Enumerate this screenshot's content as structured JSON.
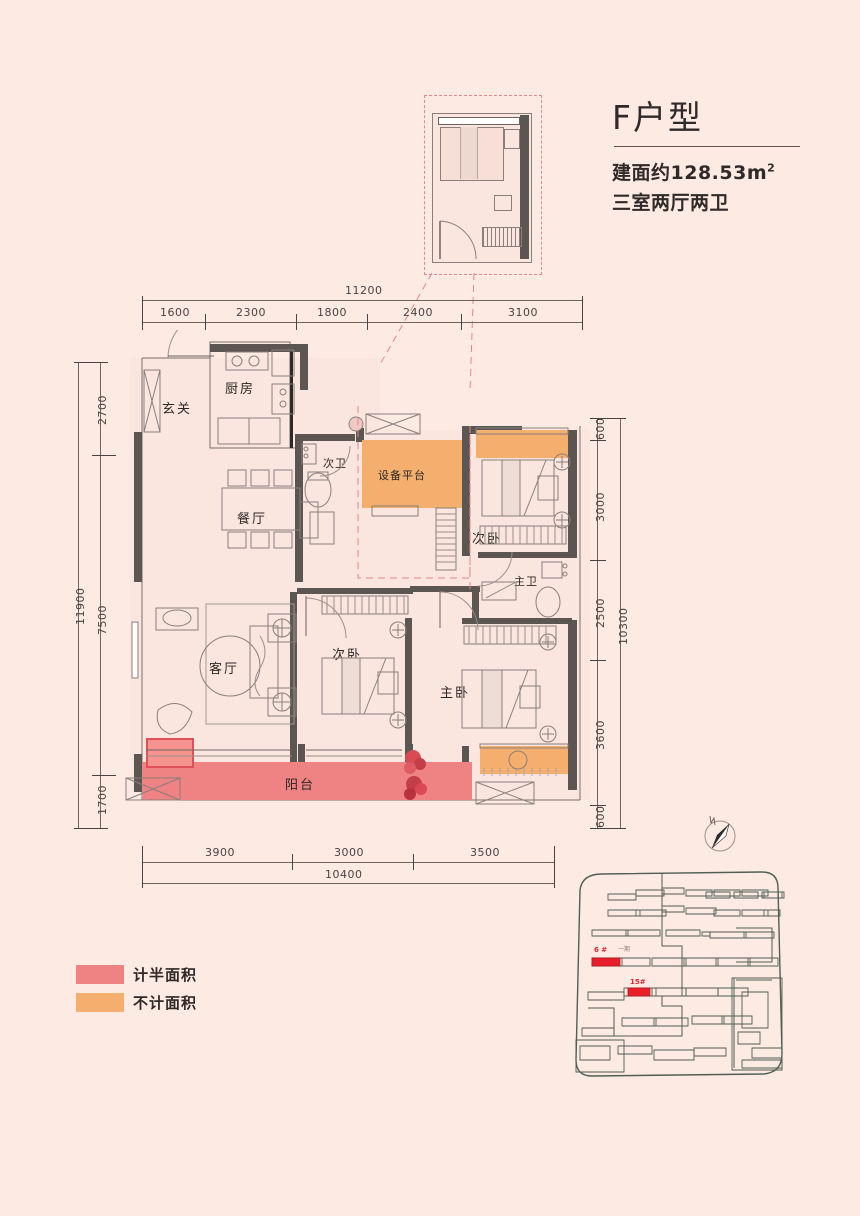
{
  "title": {
    "plan_code": "F户型",
    "area_line": "建面约128.53m",
    "area_unit": "2",
    "layout_line": "三室两厅两卫"
  },
  "dimensions": {
    "top": {
      "total": "11200",
      "segments": [
        "1600",
        "2300",
        "1800",
        "2400",
        "3100"
      ]
    },
    "left": {
      "total": "11900",
      "segments": [
        "2700",
        "7500",
        "1700"
      ]
    },
    "right": {
      "total": "10300",
      "segments": [
        "600",
        "3000",
        "2500",
        "3600",
        "600"
      ]
    },
    "bottom": {
      "total": "10400",
      "segments": [
        "3900",
        "3000",
        "3500"
      ]
    }
  },
  "rooms": [
    {
      "id": "entry",
      "label": "玄关"
    },
    {
      "id": "kitchen",
      "label": "厨房"
    },
    {
      "id": "dining",
      "label": "餐厅"
    },
    {
      "id": "guest-bath",
      "label": "次卫"
    },
    {
      "id": "equip-deck",
      "label": "设备平台"
    },
    {
      "id": "bedroom2-up",
      "label": "次卧"
    },
    {
      "id": "master-bath",
      "label": "主卫"
    },
    {
      "id": "living",
      "label": "客厅"
    },
    {
      "id": "bedroom3",
      "label": "次卧"
    },
    {
      "id": "master",
      "label": "主卧"
    },
    {
      "id": "balcony",
      "label": "阳台"
    }
  ],
  "legend": [
    {
      "swatch": "pink",
      "color": "#ef8283",
      "label": "计半面积"
    },
    {
      "swatch": "orange",
      "color": "#f4ae6d",
      "label": "不计面积"
    }
  ],
  "site_plan": {
    "markers": [
      "6 #",
      "15#"
    ],
    "phase_label": "一期"
  },
  "colors": {
    "background": "#fdeae3",
    "room_fill": "#fbe6df",
    "wall": "#5b5651",
    "wall_dark": "#2e2a28",
    "half_area": "#ef8283",
    "no_area": "#f4ae6d",
    "dim_line": "#6f6360",
    "accent_red": "#d8262f",
    "dash_pink": "#e4868c"
  }
}
